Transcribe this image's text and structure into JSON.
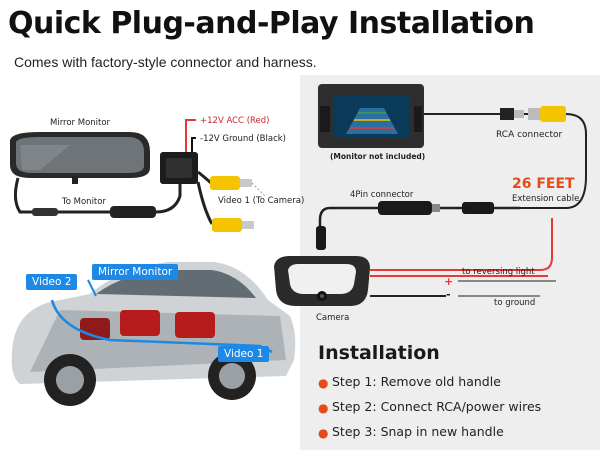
{
  "header": {
    "title": "Quick Plug-and-Play Installation",
    "subtitle": "Comes with factory-style connector and harness."
  },
  "left_diagram": {
    "mirror_monitor_label": "Mirror Monitor",
    "to_monitor_label": "To Monitor",
    "acc_label": "+12V ACC (Red)",
    "ground_label": "-12V Ground (Black)",
    "video1_label": "Video 1 (To Camera)"
  },
  "car_callouts": {
    "video2": "Video 2",
    "mirror_monitor": "Mirror Monitor",
    "video1": "Video 1"
  },
  "right_diagram": {
    "monitor_note": "(Monitor not included)",
    "rca_label": "RCA connector",
    "feet_label": "26 FEET",
    "extension_label": "Extension cable",
    "fourpin_label": "4Pin connector",
    "reversing_label": "to reversing light",
    "ground_label": "to ground",
    "plus_sign": "+",
    "minus_sign": "-",
    "camera_label": "Camera"
  },
  "installation": {
    "title": "Installation",
    "steps": [
      "Step 1: Remove old handle",
      "Step 2: Connect RCA/power wires",
      "Step 3: Snap in new handle"
    ]
  },
  "colors": {
    "accent_orange": "#e64a19",
    "callout_blue": "#1e88e5",
    "rca_yellow": "#f5c400",
    "wire_red": "#e53935"
  }
}
